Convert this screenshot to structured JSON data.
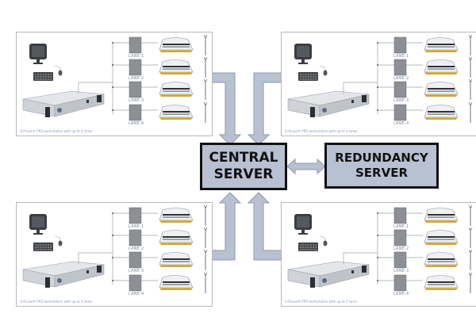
{
  "diagram": {
    "central_server": {
      "line1": "CENTRAL",
      "line2": "SERVER"
    },
    "redundancy_server": {
      "line1": "REDUNDANCY",
      "line2": "SERVER"
    },
    "workstations": [
      {
        "position": "top-left",
        "caption": "U-PLuse® PRO workstation with up to 4 lanes",
        "lanes": [
          "LANE-1",
          "LANE-2",
          "LANE-3",
          "LANE-4"
        ]
      },
      {
        "position": "top-right",
        "caption": "U-PLuse® PRO workstation with up to 4 lanes",
        "lanes": [
          "LANE-1",
          "LANE-2",
          "LANE-3",
          "LANE-4"
        ]
      },
      {
        "position": "bottom-left",
        "caption": "U-PLuse® PRO workstation with up to 4 lanes",
        "lanes": [
          "LANE-1",
          "LANE-2",
          "LANE-3",
          "LANE-4"
        ]
      },
      {
        "position": "bottom-right",
        "caption": "U-PLuse® PRO workstation with up to 4 lanes",
        "lanes": [
          "LANE-1",
          "LANE-2",
          "LANE-3",
          "LANE-4"
        ]
      }
    ],
    "colors": {
      "server_fill": "#b7c1d2",
      "arrow_fill": "#b7c1d2",
      "arrow_stroke": "#8e99aa",
      "border": "#111111"
    }
  }
}
